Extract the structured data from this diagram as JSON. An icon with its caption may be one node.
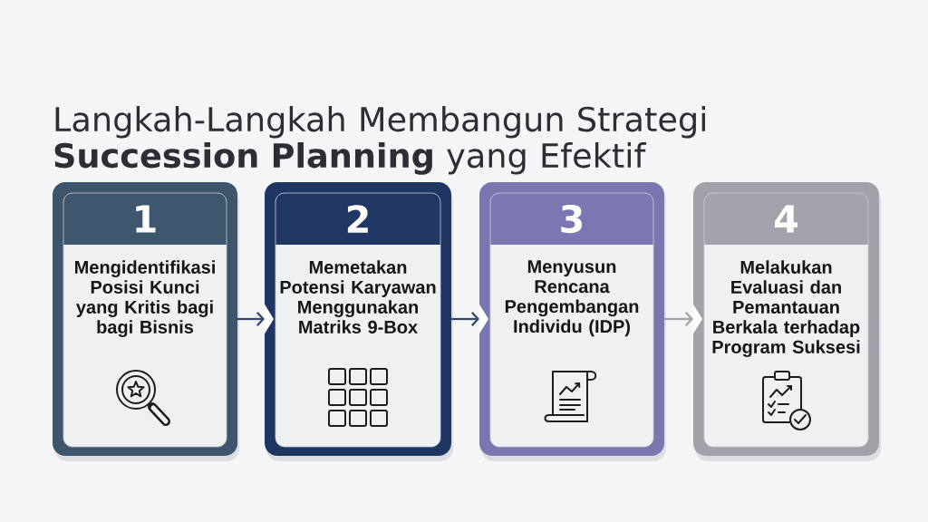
{
  "diagram": {
    "title": "Langkah-Langkah Membangun Strategi **Succession Planning** yang Efektif",
    "nodes": [
      {
        "text": [
          "1",
          "Mengidentifikasi Posisi Kunci yang Kritis bagi bagi Bisnis"
        ]
      },
      {
        "text": [
          "2",
          "Memetakan Potensi Karyawan Menggunakan Matriks 9-Box"
        ]
      },
      {
        "text": [
          "3",
          "Menyusun Rencana Pengembangan Individu (IDP)"
        ]
      },
      {
        "text": [
          "4",
          "Melakukan Evaluasi dan Pemantauan Berkala terhadap Program Suksesi"
        ]
      }
    ],
    "edges": [
      {
        "from": 0,
        "to": 1,
        "arrow": "to"
      },
      {
        "from": 1,
        "to": 2,
        "arrow": "to"
      },
      {
        "from": 2,
        "to": 3,
        "arrow": "to",
        "color": "#a3a3ab"
      }
    ]
  }
}
